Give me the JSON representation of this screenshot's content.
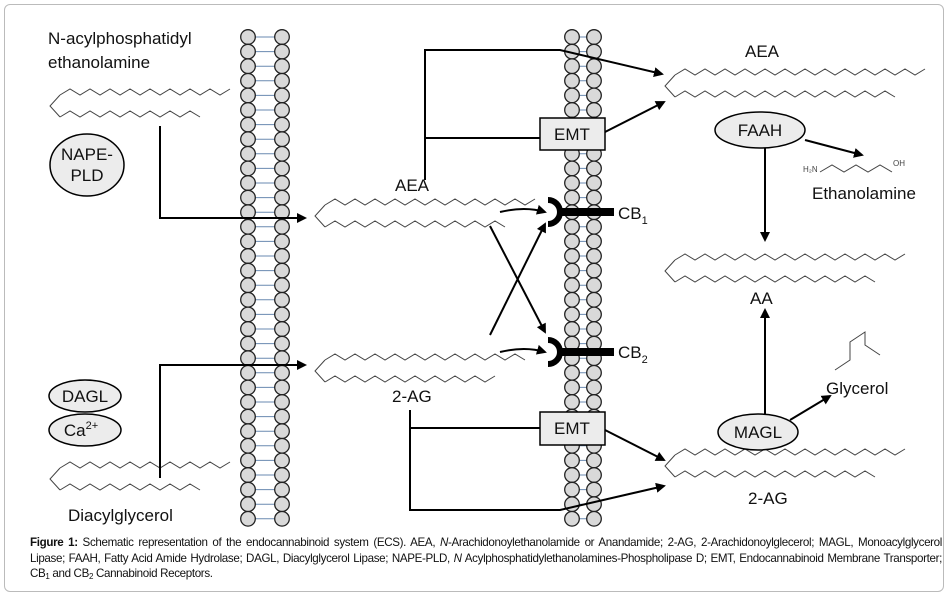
{
  "labels": {
    "nape_line1": "N-acylphosphatidyl",
    "nape_line2": "ethanolamine",
    "aea_left": "AEA",
    "aea_right": "AEA",
    "two_ag_left": "2-AG",
    "two_ag_right": "2-AG",
    "aa": "AA",
    "ethanolamine": "Ethanolamine",
    "glycerol": "Glycerol",
    "diacylglycerol": "Diacylglycerol",
    "cb1": "CB",
    "cb1_sub": "1",
    "cb2": "CB",
    "cb2_sub": "2",
    "h2n": "H₂N",
    "oh": "OH"
  },
  "enzymes": {
    "nape_pld_1": "NAPE-",
    "nape_pld_2": "PLD",
    "dagl": "DAGL",
    "ca": "Ca",
    "ca_sup": "2+",
    "faah": "FAAH",
    "magl": "MAGL",
    "emt_top": "EMT",
    "emt_bottom": "EMT"
  },
  "caption": {
    "figure": "Figure 1:",
    "t1": " Schematic representation of the endocannabinoid system (ECS). AEA, ",
    "i1": "N",
    "t2": "-Arachidonoylethanolamide or Anandamide; 2-AG, 2-Arachidonoylglecerol; MAGL, Monoacylglycerol Lipase; FAAH, Fatty Acid Amide Hydrolase; DAGL, Diacylglycerol Lipase; NAPE-PLD, ",
    "i2": "N",
    "t3": " Acylphosphatidylethanolamines-Phospholipase D; EMT, Endocannabinoid Membrane Transporter; CB",
    "s1": "1",
    "t4": " and CB",
    "s2": "2",
    "t5": " Cannabinoid Receptors."
  },
  "colors": {
    "membrane_fill": "#d9d9d9",
    "enzyme_fill": "#ececec",
    "line": "#000000"
  }
}
